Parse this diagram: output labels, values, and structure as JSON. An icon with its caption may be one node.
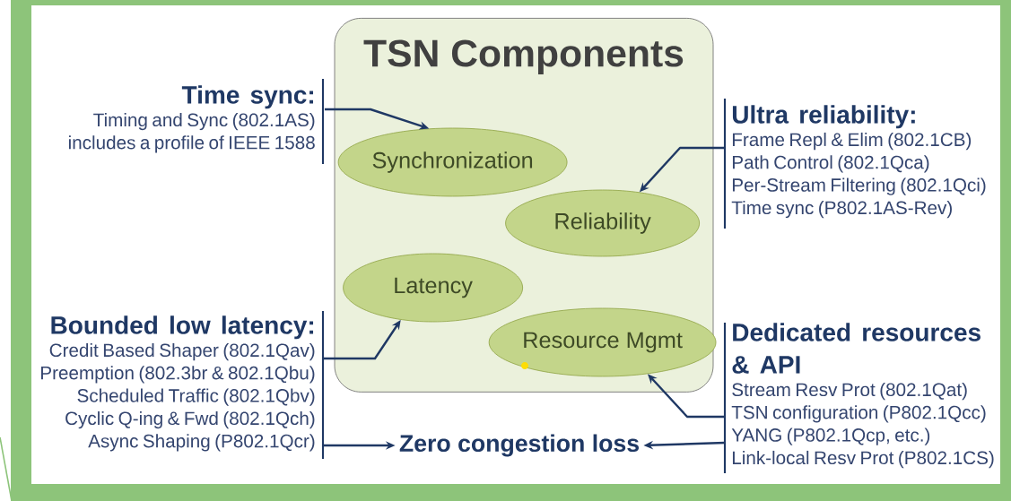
{
  "diagram": {
    "nodes": [
      {
        "text": [
          "TSN Components"
        ]
      },
      {
        "text": [
          "Synchronization"
        ],
        "in": 0
      },
      {
        "text": [
          "Reliability"
        ],
        "in": 0
      },
      {
        "text": [
          "Latency"
        ],
        "in": 0
      },
      {
        "text": [
          "Resource Mgmt"
        ],
        "in": 0
      },
      {
        "text": [
          "Time sync:",
          "Timing and Sync (802.1AS) includes a profile of IEEE 1588"
        ]
      },
      {
        "text": [
          "Ultra reliability:",
          "Frame Repl & Elim (802.1CB)",
          "Path Control (802.1Qca)",
          "Per-Stream Filtering (802.1Qci)",
          "Time sync (P802.1AS-Rev)"
        ]
      },
      {
        "text": [
          "Bounded low latency:",
          "Credit Based Shaper (802.1Qav)",
          "Preemption (802.3br & 802.1Qbu)",
          "Scheduled Traffic (802.1Qbv)",
          "Cyclic Q-ing & Fwd (802.1Qch)",
          "Async Shaping (P802.1Qcr)"
        ]
      },
      {
        "text": [
          "Dedicated resources & API",
          "Stream Resv Prot (802.1Qat)",
          "TSN configuration (P802.1Qcc)",
          "YANG (P802.1Qcp, etc.)",
          "Link-local Resv Prot (P802.1CS)"
        ]
      },
      {
        "text": [
          "Zero congestion loss"
        ]
      }
    ],
    "edges": [
      {
        "from": 5,
        "to": 1,
        "arrow": "to"
      },
      {
        "from": 6,
        "to": 2,
        "arrow": "to"
      },
      {
        "from": 7,
        "to": 3,
        "arrow": "to"
      },
      {
        "from": 7,
        "to": 9,
        "arrow": "to"
      },
      {
        "from": 8,
        "to": 4,
        "arrow": "to"
      },
      {
        "from": 8,
        "to": 9,
        "arrow": "to"
      }
    ]
  }
}
